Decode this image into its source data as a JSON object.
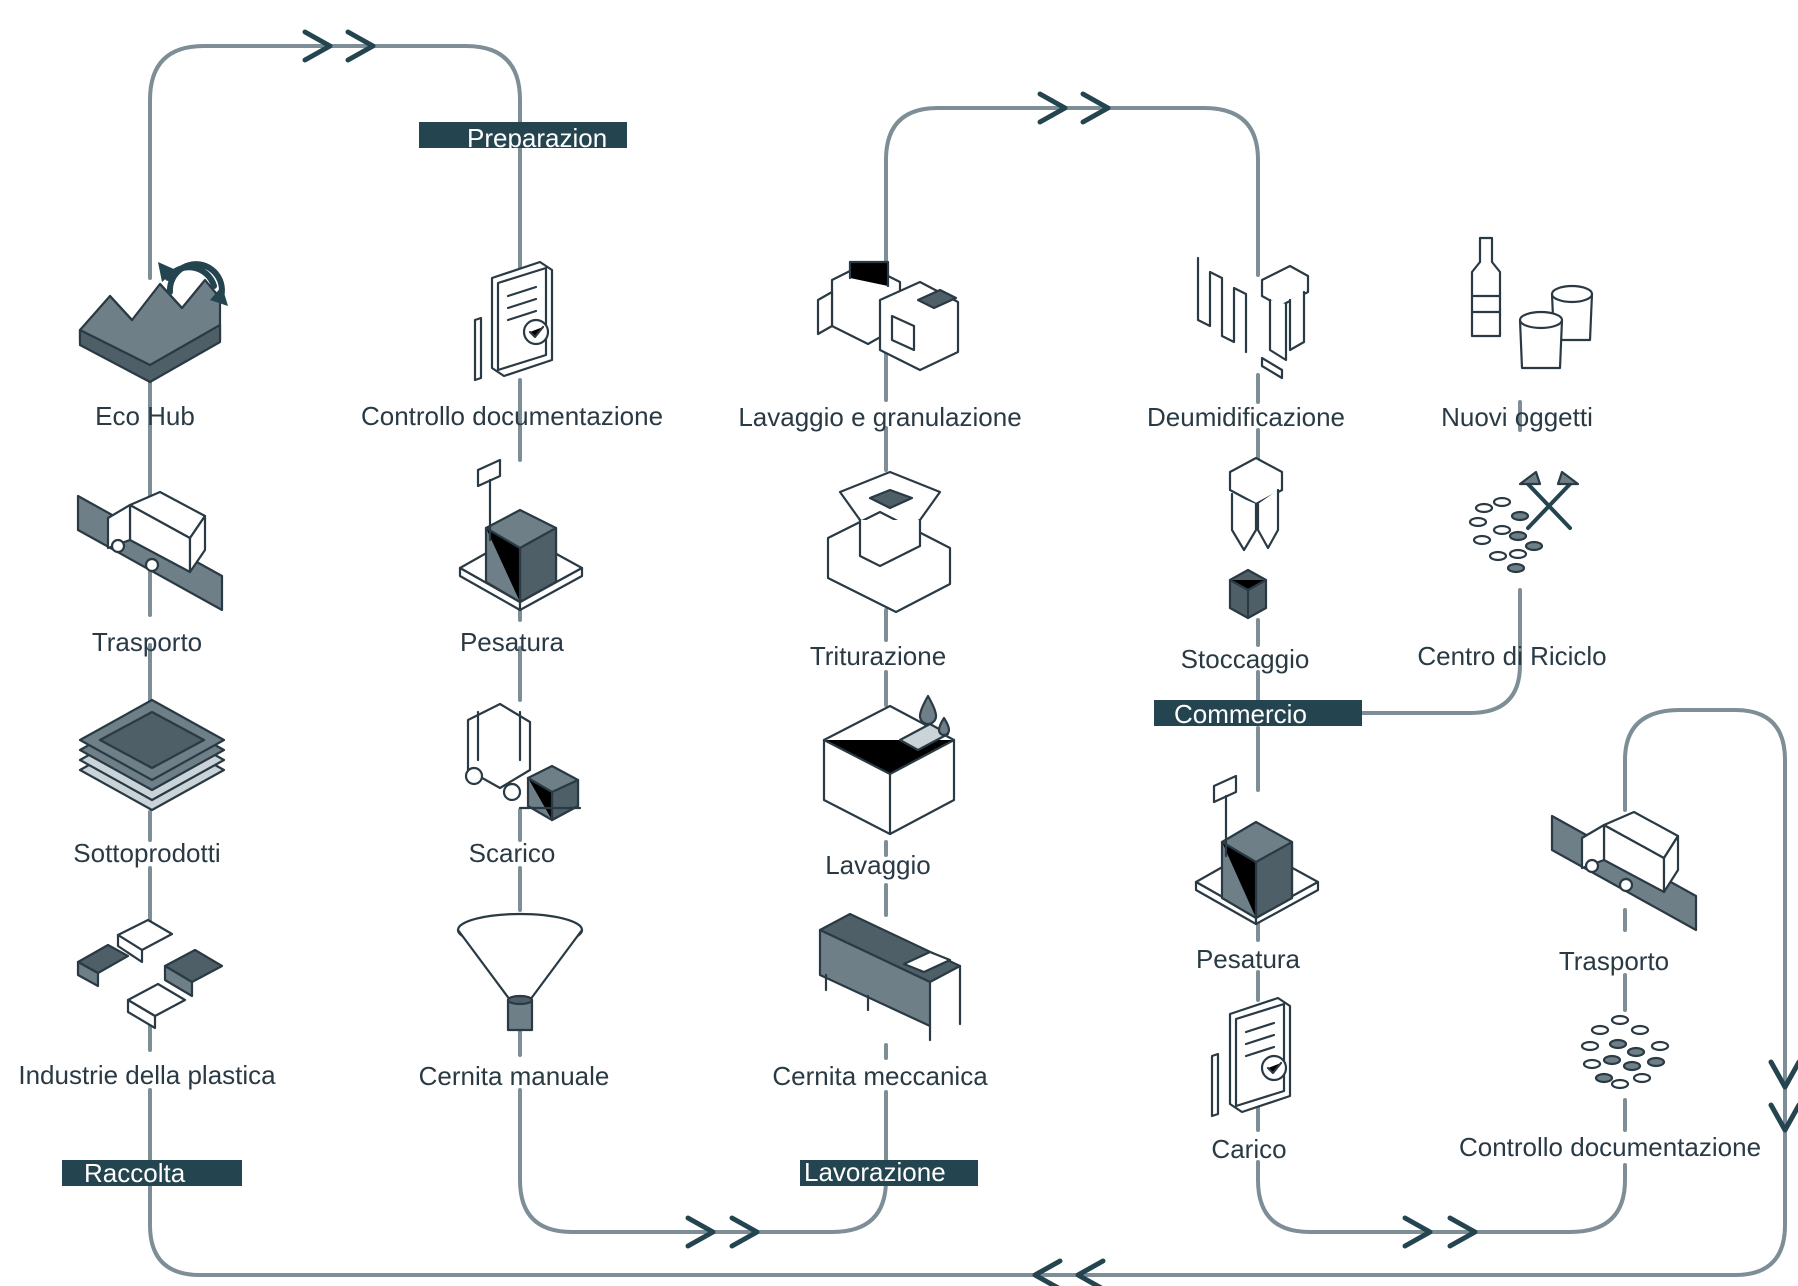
{
  "phases": {
    "raccolta": "Raccolta",
    "preparazione": "Preparazion",
    "lavorazione": "Lavorazione",
    "commercio": "Commercio"
  },
  "steps": {
    "eco_hub": "Eco Hub",
    "trasporto_1": "Trasporto",
    "sottoprodotti": "Sottoprodotti",
    "industrie": "Industrie della plastica",
    "controllo_doc_1": "Controllo documentazione",
    "pesatura_1": "Pesatura",
    "scarico": "Scarico",
    "cernita_manuale": "Cernita manuale",
    "lavaggio_granulazione": "Lavaggio e granulazione",
    "triturazione": "Triturazione",
    "lavaggio": "Lavaggio",
    "cernita_meccanica": "Cernita meccanica",
    "deumidificazione": "Deumidificazione",
    "stoccaggio": "Stoccaggio",
    "pesatura_2": "Pesatura",
    "carico": "Carico",
    "nuovi_oggetti": "Nuovi oggetti",
    "centro_riciclo": "Centro di Riciclo",
    "trasporto_2": "Trasporto",
    "controllo_doc_2": "Controllo documentazione"
  },
  "colors": {
    "flow_line": "#7d8e97",
    "arrow": "#24444f",
    "phase_fill": "#24444f",
    "text": "#2a3a44"
  },
  "icons": [
    "recycle-hub-icon",
    "truck-icon",
    "layers-icon",
    "plastic-parts-icon",
    "document-check-icon",
    "scale-icon",
    "forklift-icon",
    "funnel-icon",
    "washing-granulator-icon",
    "shredder-hopper-icon",
    "wash-tank-icon",
    "sorting-machine-icon",
    "dehumidifier-icon",
    "storage-silo-icon",
    "bottle-jars-icon",
    "pellets-hammers-icon",
    "pellets-icon"
  ]
}
